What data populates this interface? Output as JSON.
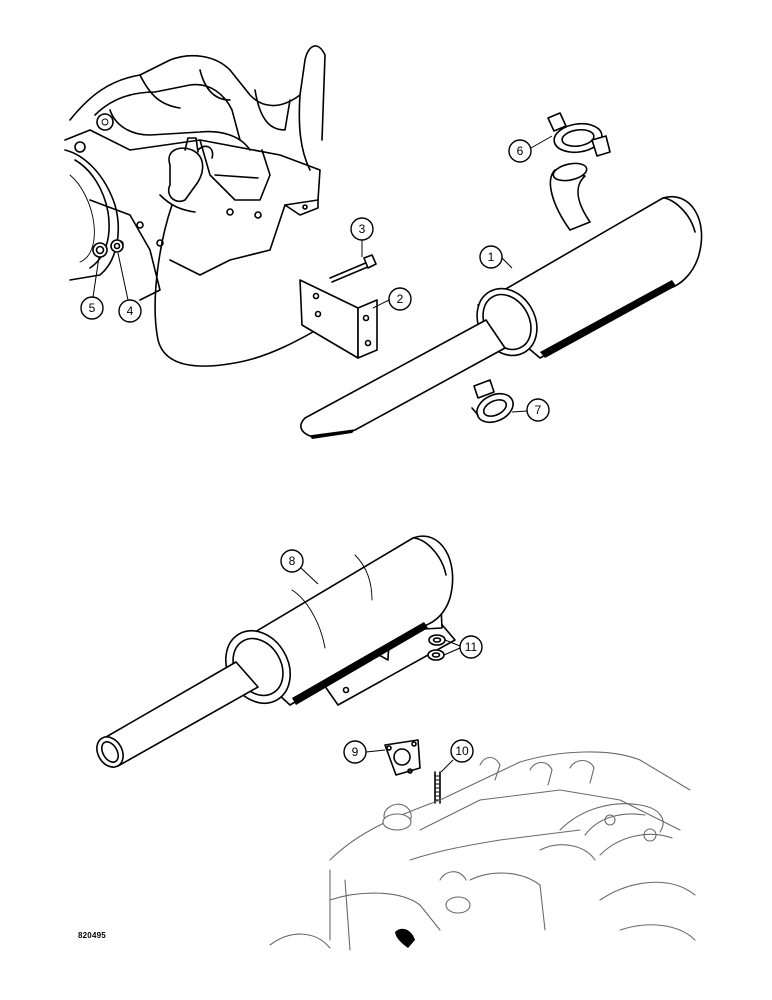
{
  "figure": {
    "code": "820495"
  },
  "callouts": [
    {
      "id": "1",
      "label": "1"
    },
    {
      "id": "2",
      "label": "2"
    },
    {
      "id": "3",
      "label": "3"
    },
    {
      "id": "4",
      "label": "4"
    },
    {
      "id": "5",
      "label": "5"
    },
    {
      "id": "6",
      "label": "6"
    },
    {
      "id": "7",
      "label": "7"
    },
    {
      "id": "8",
      "label": "8"
    },
    {
      "id": "9",
      "label": "9"
    },
    {
      "id": "10",
      "label": "10"
    },
    {
      "id": "11",
      "label": "11"
    }
  ]
}
